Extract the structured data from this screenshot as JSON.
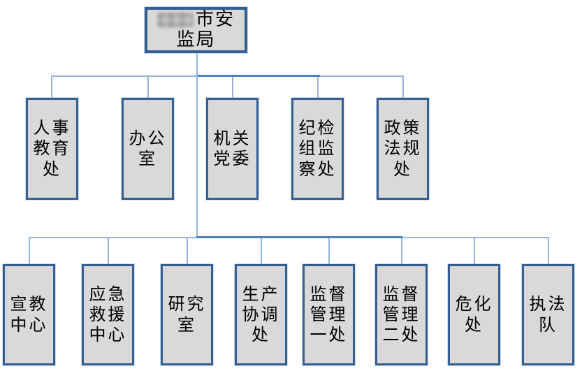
{
  "colors": {
    "background": "#ffffff",
    "box_fill": "#d9d9d9",
    "box_border": "#365f91",
    "connector_light": "#95b3d7",
    "connector_dark": "#4f81bd",
    "text": "#000000"
  },
  "org": {
    "type": "org-chart",
    "root": {
      "name": "市安监局",
      "line1_suffix": "市安",
      "line2": "监局",
      "redaction_note": "city name pixel-blurred before 市安"
    },
    "level2": [
      {
        "name": "人事教育处",
        "label": "人事\n教育\n处"
      },
      {
        "name": "办公室",
        "label": "办公\n室"
      },
      {
        "name": "机关党委",
        "label": "机关\n党委"
      },
      {
        "name": "纪检组监察处",
        "label": "纪检\n组监\n察处"
      },
      {
        "name": "政策法规处",
        "label": "政策\n法规\n处"
      }
    ],
    "level3": [
      {
        "name": "宣教中心",
        "label": "宣教\n中心"
      },
      {
        "name": "应急救援中心",
        "label": "应急\n救援\n中心"
      },
      {
        "name": "研究室",
        "label": "研究\n室"
      },
      {
        "name": "生产协调处",
        "label": "生产\n协调\n处"
      },
      {
        "name": "监督管理一处",
        "label": "监督\n管理\n一处"
      },
      {
        "name": "监督管理二处",
        "label": "监督\n管理\n二处"
      },
      {
        "name": "危化处",
        "label": "危化\n处"
      },
      {
        "name": "执法队",
        "label": "执法\n队"
      }
    ]
  }
}
